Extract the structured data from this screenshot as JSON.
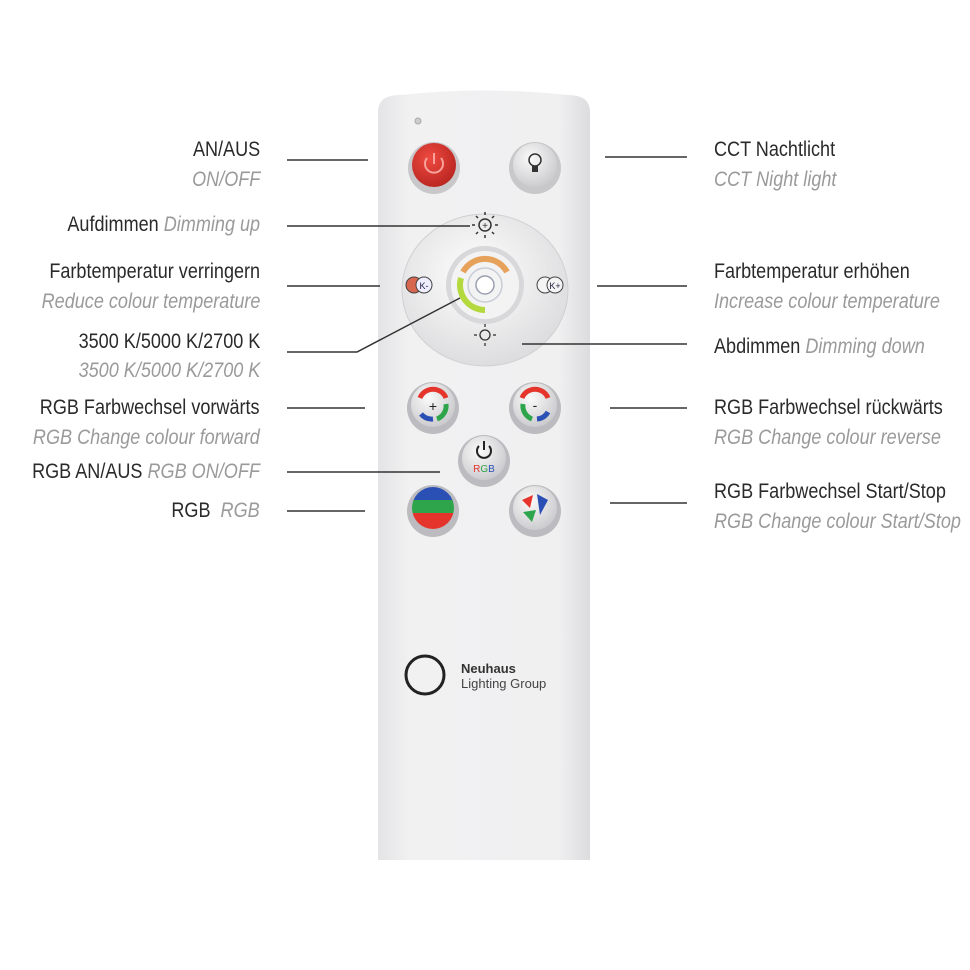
{
  "brand": {
    "name": "Neuhaus",
    "subtitle": "Lighting Group"
  },
  "left_labels": [
    {
      "de": "AN/AUS",
      "en": "ON/OFF"
    },
    {
      "de": "Aufdimmen",
      "en": "Dimming up"
    },
    {
      "de": "Farbtemperatur verringern",
      "en": "Reduce colour temperature"
    },
    {
      "de": "3500 K/5000 K/2700 K",
      "en": "3500 K/5000 K/2700 K"
    },
    {
      "de": "RGB Farbwechsel vorwärts",
      "en": "RGB Change colour forward"
    },
    {
      "de": "RGB AN/AUS",
      "en": "RGB ON/OFF"
    },
    {
      "de": "RGB",
      "en": "RGB"
    }
  ],
  "right_labels": [
    {
      "de": "CCT Nachtlicht",
      "en": "CCT Night light"
    },
    {
      "de": "Farbtemperatur erhöhen",
      "en": "Increase colour temperature"
    },
    {
      "de": "Abdimmen",
      "en": "Dimming down"
    },
    {
      "de": "RGB Farbwechsel rückwärts",
      "en": "RGB Change colour reverse"
    },
    {
      "de": "RGB Farbwechsel Start/Stop",
      "en": "RGB Change colour Start/Stop"
    }
  ],
  "buttons": {
    "k_minus": "K-",
    "k_plus": "K+",
    "rgb_text": "RGB"
  },
  "colors": {
    "power": "#d9332c",
    "remote": "#eeeeef",
    "line": "#333333",
    "secondary_text": "#9a9a9a"
  }
}
